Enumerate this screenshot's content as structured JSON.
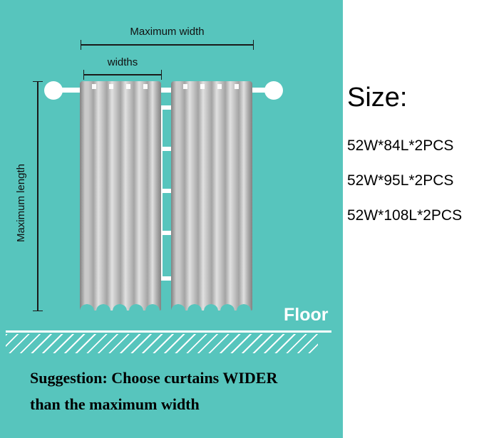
{
  "colors": {
    "background_teal": "#57c5bd",
    "curtain_gray_light": "#e0e0e0",
    "curtain_gray_dark": "#a4a4a4",
    "rod_white": "#ffffff",
    "text_black": "#000000",
    "floor_text_white": "#ffffff"
  },
  "annotations": {
    "max_width_label": "Maximum width",
    "widths_label": "widths",
    "max_length_label": "Maximum length",
    "floor_label": "Floor"
  },
  "size_panel": {
    "title": "Size:",
    "options": [
      "52W*84L*2PCS",
      "52W*95L*2PCS",
      "52W*108L*2PCS"
    ]
  },
  "suggestion": {
    "line1": "Suggestion: Choose curtains WIDER",
    "line2": "than the maximum width"
  }
}
